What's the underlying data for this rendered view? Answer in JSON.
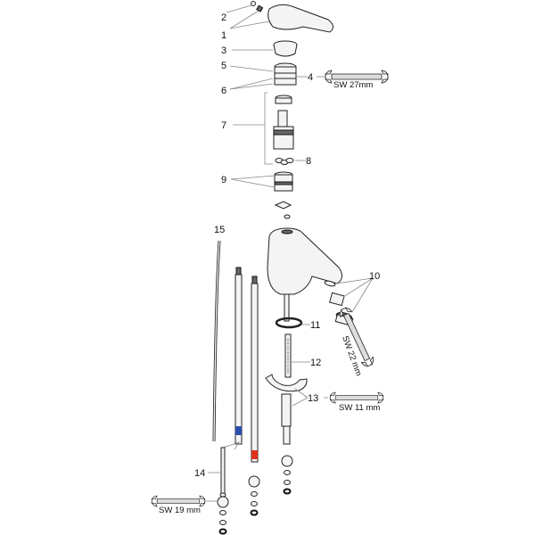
{
  "title": "Exploded parts diagram of basin mixer faucet",
  "callouts": {
    "c1": "1",
    "c2": "2",
    "c3": "3",
    "c4": "4",
    "c5": "5",
    "c6": "6",
    "c7": "7",
    "c8": "8",
    "c9": "9",
    "c10": "10",
    "c11": "11",
    "c12": "12",
    "c13": "13",
    "c14": "14",
    "c15": "15"
  },
  "wrench_sizes": {
    "sw27": "SW 27mm",
    "sw22": "SW 22 mm",
    "sw11": "SW 11 mm",
    "sw19": "SW 19 mm"
  },
  "colors": {
    "cold_marker": "#2a4fa8",
    "hot_marker": "#e0301e"
  }
}
